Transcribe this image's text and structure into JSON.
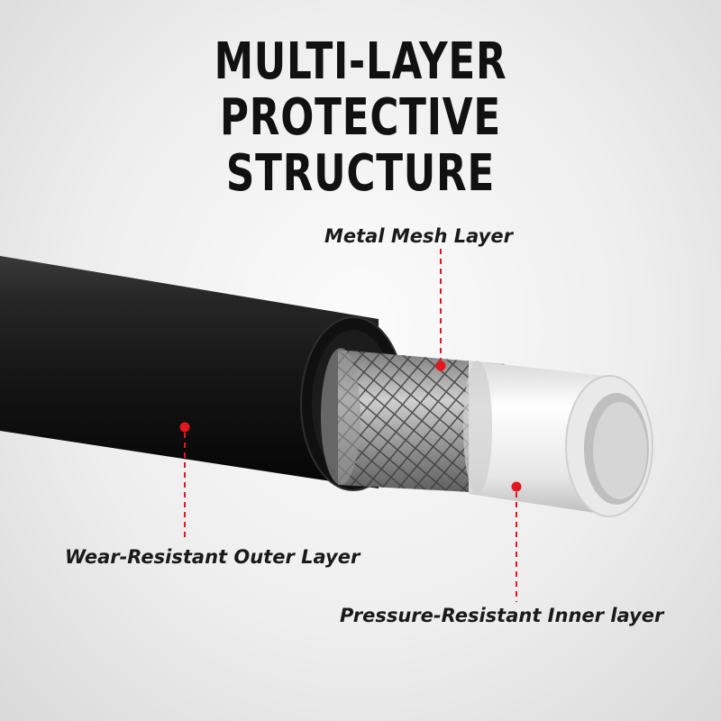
{
  "title": {
    "line1": "MULTI-LAYER",
    "line2": "PROTECTIVE STRUCTURE"
  },
  "callouts": {
    "metal_mesh": "Metal Mesh Layer",
    "outer": "Wear-Resistant Outer Layer",
    "inner": "Pressure-Resistant Inner layer"
  },
  "colors": {
    "accent_dot": "#e5161d",
    "outer_layer": "#1c1c1c",
    "inner_layer": "#f2f2f2",
    "title": "#111111"
  }
}
